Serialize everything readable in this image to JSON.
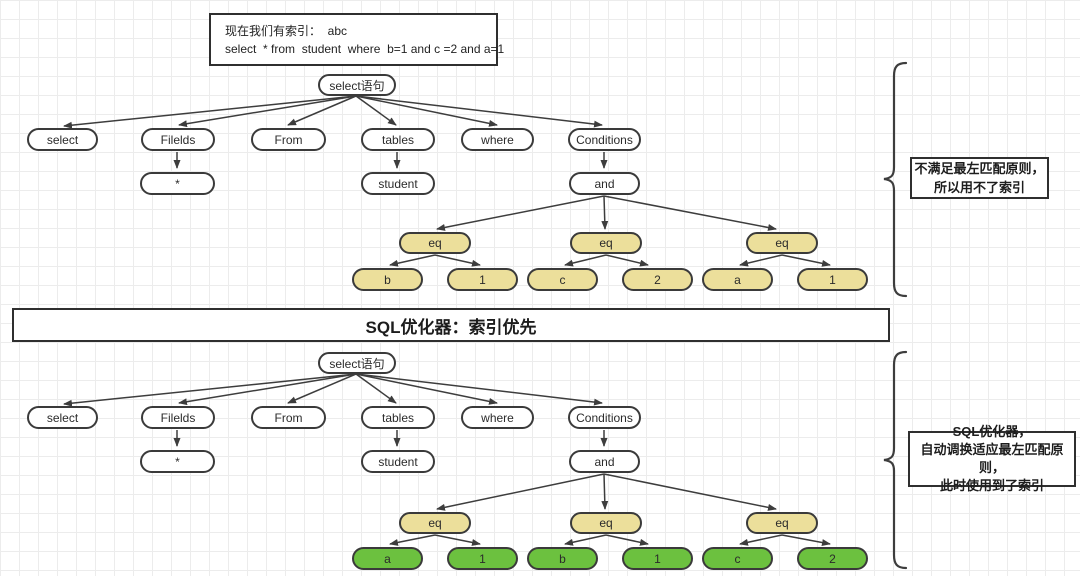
{
  "note_box": {
    "line1": "现在我们有索引：  abc",
    "line2": "select  * from  student  where  b=1 and c =2 and a=1"
  },
  "banner": {
    "title": "SQL优化器：索引优先"
  },
  "tree_top": {
    "root": "select语句",
    "level1": [
      "select",
      "Filelds",
      "From",
      "tables",
      "where",
      "Conditions"
    ],
    "star": "*",
    "table_name": "student",
    "operator": "and",
    "eq_nodes": [
      "eq",
      "eq",
      "eq"
    ],
    "leaves": [
      "b",
      "1",
      "c",
      "2",
      "a",
      "1"
    ]
  },
  "tree_bottom": {
    "root": "select语句",
    "level1": [
      "select",
      "Filelds",
      "From",
      "tables",
      "where",
      "Conditions"
    ],
    "star": "*",
    "table_name": "student",
    "operator": "and",
    "eq_nodes": [
      "eq",
      "eq",
      "eq"
    ],
    "leaves": [
      "a",
      "1",
      "b",
      "1",
      "c",
      "2"
    ]
  },
  "annotation_top": {
    "line1": "不满足最左匹配原则，",
    "line2": "所以用不了索引"
  },
  "annotation_bottom": {
    "line1": "SQL优化器，",
    "line2": "自动调换适应最左匹配原则，",
    "line3": "此时使用到了索引"
  },
  "colors": {
    "node_border": "#3a3a3a",
    "eq_fill": "#ecdf9b",
    "highlight_fill": "#6cc13f",
    "edge": "#3d3d3d",
    "grid_line": "#ececec"
  }
}
